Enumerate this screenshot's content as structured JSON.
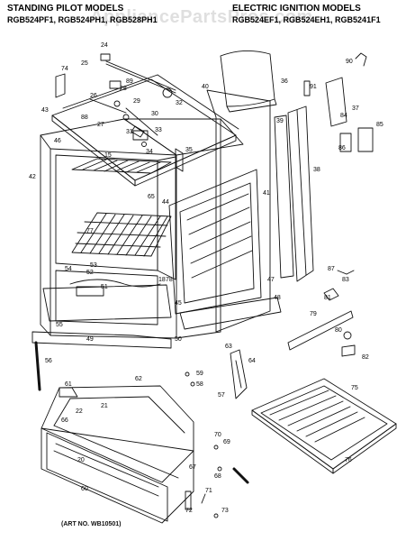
{
  "headers": {
    "left_title": "STANDING PILOT MODELS",
    "left_models": "RGB524PF1, RGB524PH1, RGB528PH1",
    "right_title": "ELECTRIC IGNITION MODELS",
    "right_models": "RGB524EF1, RGB524EH1, RGB5241F1"
  },
  "watermark": "AppliancePartsPros.com",
  "art_number": "(ART NO. WB10501)",
  "part_labels": [
    "24",
    "25",
    "74",
    "26",
    "27",
    "28",
    "29",
    "30",
    "32",
    "33",
    "34",
    "35",
    "36",
    "40",
    "43",
    "46",
    "42",
    "47",
    "44",
    "45",
    "48",
    "49",
    "50",
    "51",
    "52",
    "53",
    "54",
    "55",
    "56",
    "77",
    "61",
    "62",
    "20",
    "21",
    "22",
    "60",
    "66",
    "67",
    "68",
    "69",
    "70",
    "71",
    "72",
    "73",
    "57",
    "58",
    "59",
    "63",
    "64",
    "75",
    "76",
    "78",
    "79",
    "80",
    "81",
    "82",
    "83",
    "84",
    "85",
    "86",
    "87",
    "88",
    "89",
    "90",
    "91",
    "37",
    "38",
    "39",
    "41",
    "18",
    "15",
    "31",
    "65"
  ]
}
